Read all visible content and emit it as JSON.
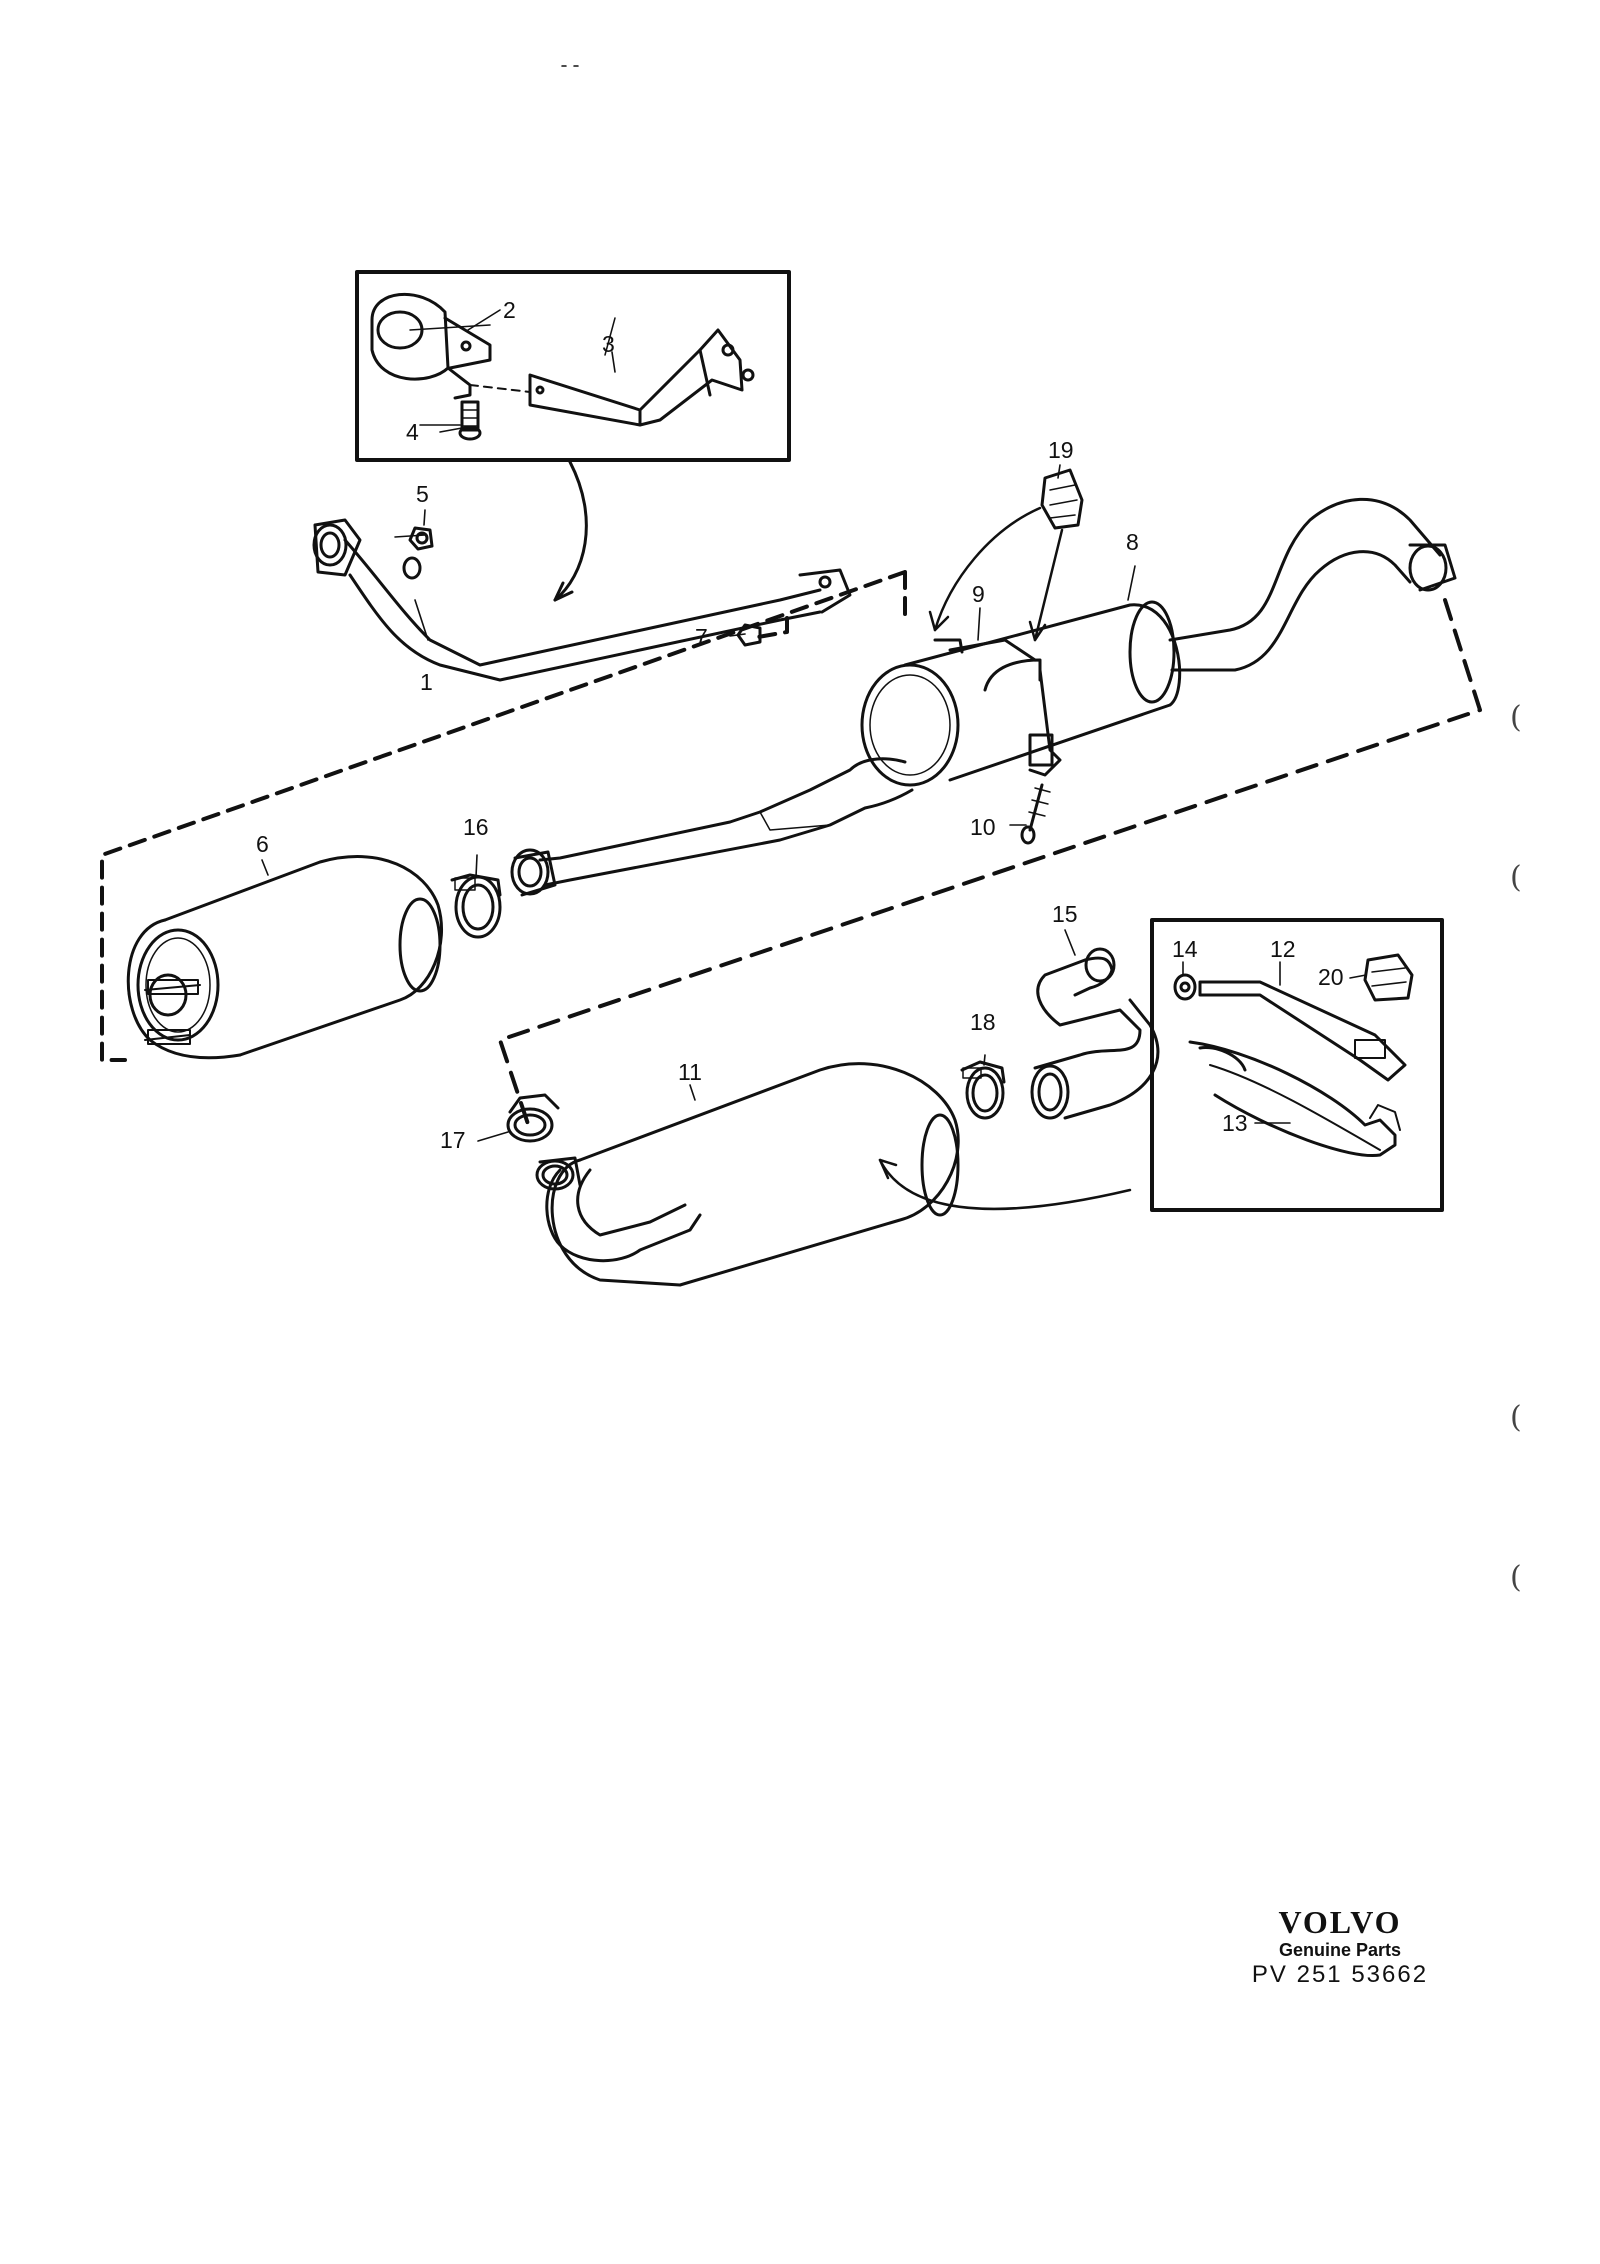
{
  "diagram": {
    "callouts": [
      "1",
      "2",
      "3",
      "4",
      "5",
      "6",
      "7",
      "8",
      "9",
      "10",
      "11",
      "12",
      "13",
      "14",
      "15",
      "16",
      "17",
      "18",
      "19",
      "20"
    ]
  },
  "brand": {
    "logo_text": "VOLVO",
    "subtitle": "Genuine Parts",
    "code": "PV 251 53662"
  },
  "margin_marks": [
    "(",
    "(",
    "(",
    "("
  ]
}
